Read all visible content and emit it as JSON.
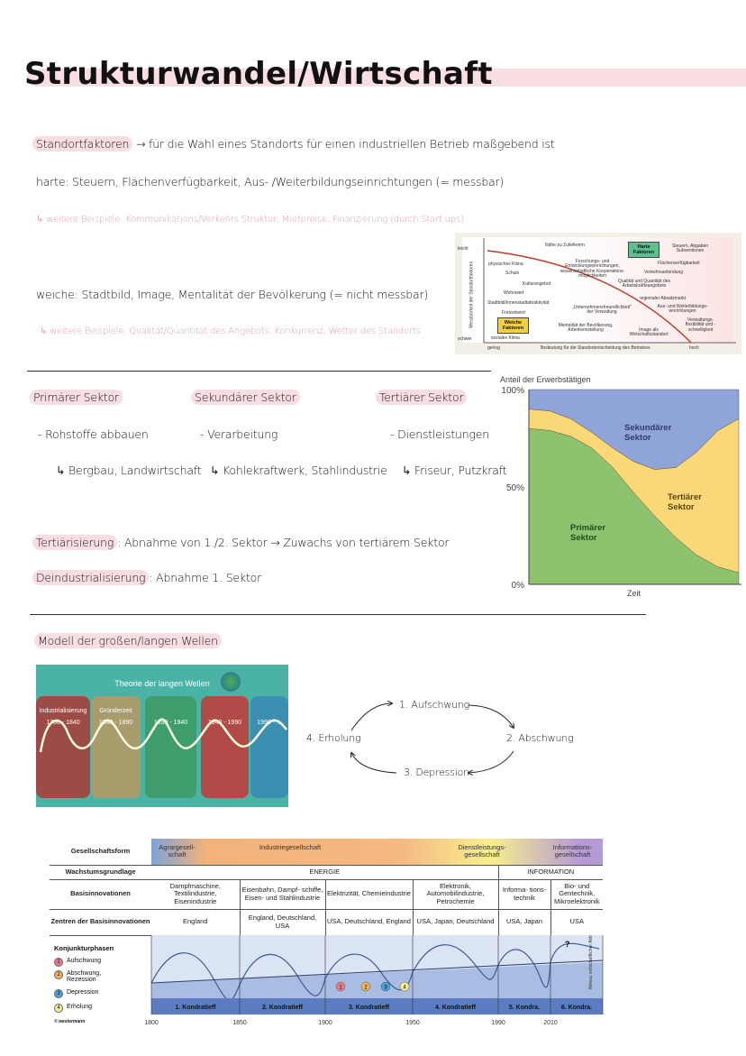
{
  "title": "Strukturwandel/Wirtschaft",
  "standort": {
    "term": "Standortfaktoren",
    "definition": "→ für die Wahl eines Standorts für einen industriellen Betrieb maßgebend ist",
    "harte": "harte: Steuern, Flächenverfügbarkeit, Aus- /Weiterbildungseinrichtungen (= messbar)",
    "harte_more": "↳ weitere Beispiele: Kommunikations/Verkehrs Struktur, Mietpreise, Finanzierung (durch Start ups)",
    "weiche": "weiche: Stadtbild, Image, Mentalität der Bevölkerung (= nicht messbar)",
    "weiche_more": "↳ weitere Beispiele: Qualität/Quantität des Angebots, Konkurrenz, Wetter des Standorts"
  },
  "standort_chart": {
    "y_label": "Messbarkeit der Standortfaktoren",
    "y_top": "leicht",
    "y_bottom": "schwer",
    "x_label": "Bedeutung für die Standortentscheidung des Betriebes",
    "x_left": "gering",
    "x_right": "hoch",
    "hard_box": "Harte Faktoren",
    "soft_box": "Weiche Faktoren",
    "hard_color": "#5fbf8f",
    "soft_color": "#f4d03f",
    "curve_color": "#c0392b",
    "labels": [
      "Nähe zu Zulieferern",
      "Steuern, Abgaben Subventionen",
      "Forschungs- und Entwicklungseinrichtungen, wissenschaftliche Kooperations- möglichkeiten",
      "Flächenverfügbarkeit",
      "physisches Klima",
      "Schule",
      "Verkehrsanbindung",
      "Kulturangebot",
      "Qualität und Quantität des Arbeitskräfteangebots",
      "Wohnwert",
      "regionaler Absatzmarkt",
      "Stadtbild/Innenstadtattraktivität",
      "„Unternehmensfreundlichkeit“ der Verwaltung",
      "Aus- und Weiterbildungs- einrichtungen",
      "Freizeitwert",
      "Mentalität der Bevölkerung, Arbeitseinstellung",
      "Verwaltungs- flexibilität und -schnelligkeit",
      "Image als Wirtschaftsstandort",
      "soziales Klima"
    ]
  },
  "sectors": {
    "primary": {
      "title": "Primärer Sektor",
      "item": "- Rohstoffe abbauen",
      "example": "↳ Bergbau, Landwirtschaft"
    },
    "secondary": {
      "title": "Sekundärer Sektor",
      "item": "- Verarbeitung",
      "example": "↳ Kohlekraftwerk, Stahlindustrie"
    },
    "tertiary": {
      "title": "Tertiärer Sektor",
      "item": "- Dienstleistungen",
      "example": "↳ Friseur, Putzkraft"
    },
    "tert_term": "Tertiärisierung",
    "tert_def": ": Abnahme von 1./2. Sektor → Zuwachs von tertiärem Sektor",
    "deind_term": "Deindustrialisierung",
    "deind_def": ": Abnahme 1. Sektor"
  },
  "chart_data": {
    "type": "area",
    "stacked": true,
    "ylabel": "Anteil der Erwerbstätigen",
    "xlabel": "Zeit",
    "yticks": [
      "0%",
      "50%",
      "100%"
    ],
    "ylim": [
      0,
      100
    ],
    "x": [
      0,
      1,
      2,
      3,
      4,
      5,
      6,
      7,
      8,
      9,
      10
    ],
    "series": [
      {
        "name": "Primärer Sektor",
        "color": "#8dc26f",
        "values": [
          80,
          79,
          76,
          70,
          60,
          47,
          35,
          24,
          15,
          9,
          6
        ]
      },
      {
        "name": "Tertiärer Sektor",
        "color": "#fbd877",
        "values": [
          10,
          10,
          9,
          8,
          10,
          16,
          24,
          36,
          53,
          70,
          79
        ]
      },
      {
        "name": "Sekundärer Sektor",
        "color": "#8fa4d8",
        "values": [
          10,
          11,
          15,
          22,
          30,
          37,
          41,
          40,
          32,
          21,
          15
        ]
      }
    ],
    "series_labels": {
      "primary": [
        "Primärer",
        "Sektor"
      ],
      "secondary": [
        "Sekundärer",
        "Sektor"
      ],
      "tertiary": [
        "Tertiärer",
        "Sektor"
      ]
    }
  },
  "waves": {
    "heading": "Modell der großen/langen Wellen",
    "image_title": "Theorie der langen Wellen",
    "panels": [
      {
        "name": "Industrialisierung",
        "years": "1780 - 1840",
        "color": "#9c4c46"
      },
      {
        "name": "Gründerzeit",
        "years": "1840 - 1890",
        "color": "#a89b6c"
      },
      {
        "name": "",
        "years": "1890 - 1940",
        "color": "#3f9d6d"
      },
      {
        "name": "",
        "years": "1940 - 1990",
        "color": "#b04b48"
      },
      {
        "name": "",
        "years": "1990 - ...",
        "color": "#3b8fb1"
      }
    ],
    "cycle": [
      "1. Aufschwung",
      "2. Abschwung",
      "3. Depression",
      "4. Erholung"
    ]
  },
  "kondratieff": {
    "rows": {
      "gesellschaft": "Gesellschaftsform",
      "wachstum": "Wachstumsgrundlage",
      "basis": "Basisinnovationen",
      "zentren": "Zentren der Basisinnovationen",
      "konjunktur": "Konjunkturphasen"
    },
    "gesellschaftsformen": [
      "Agrargesell- schaft",
      "Industriegesellschaft",
      "Dienstleistungs- gesellschaft",
      "Informations- gesellschaft"
    ],
    "wachstum": [
      "ENERGIE",
      "INFORMATION"
    ],
    "basis": [
      "Dampfmaschine, Textilindustrie, Eisenindustrie",
      "Eisenbahn, Dampf- schiffe, Eisen- und Stahlindustrie",
      "Elektrizität, Chemieindustrie",
      "Elektronik, Automobilindustrie, Petrochemie",
      "Informa- tions- technik",
      "Bio- und Gentechnik, Mikroelektronik"
    ],
    "zentren": [
      "England",
      "England, Deutschland, USA",
      "USA, Deutschland, England",
      "USA, Japan, Deutschland",
      "USA, Japan",
      "USA"
    ],
    "phasen": [
      "Aufschwung",
      "Abschwung, Rezession",
      "Depression",
      "Erholung"
    ],
    "phase_colors": [
      "#e57b8a",
      "#f0b35a",
      "#4aa3d9",
      "#f7ef9a"
    ],
    "waves": [
      "1. Kondratieff",
      "2. Kondratieff",
      "3. Kondratieff",
      "4. Kondratieff",
      "5. Kondra.",
      "6. Kondra."
    ],
    "years": [
      "1800",
      "1850",
      "1900",
      "1950",
      "1990",
      "2010"
    ],
    "axis_label": "Niveau wirtschaftlicher Aktivitäten",
    "question": "?",
    "copyright": "© westermann"
  }
}
